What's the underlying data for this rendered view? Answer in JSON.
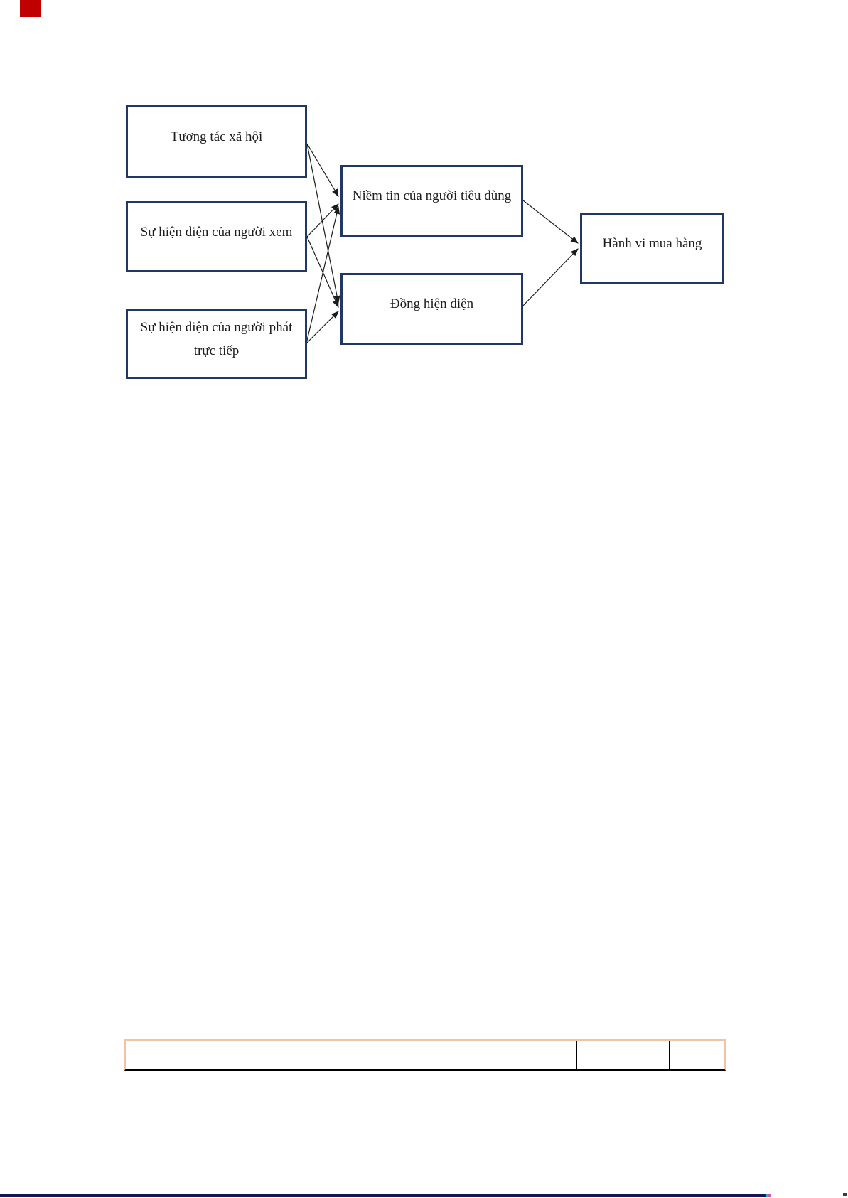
{
  "page": {
    "background": "#ffffff"
  },
  "marker": {
    "color": "#c00000"
  },
  "diagram": {
    "box_border_color": "#1f3864",
    "text_color": "#1d1d1d",
    "arrow_color": "#1c1c1c",
    "nodes": [
      {
        "id": "tuong-tac-xa-hoi",
        "label": "Tương tác xã hội"
      },
      {
        "id": "su-hien-dien-cua-nguoi-xem",
        "label": "Sự hiện diện của người xem"
      },
      {
        "id": "su-hien-dien-cua-nguoi-phat-truc-tiep",
        "label": "Sự hiện diện của người phát trực tiếp"
      },
      {
        "id": "niem-tin-cua-nguoi-tieu-dung",
        "label": "Niềm tin của người tiêu dùng"
      },
      {
        "id": "dong-hien-dien",
        "label": "Đồng hiện diện"
      },
      {
        "id": "hanh-vi-mua-hang",
        "label": "Hành vi mua hàng"
      }
    ],
    "edges": [
      {
        "from": "tuong-tac-xa-hoi",
        "to": "niem-tin-cua-nguoi-tieu-dung"
      },
      {
        "from": "tuong-tac-xa-hoi",
        "to": "dong-hien-dien"
      },
      {
        "from": "su-hien-dien-cua-nguoi-xem",
        "to": "niem-tin-cua-nguoi-tieu-dung"
      },
      {
        "from": "su-hien-dien-cua-nguoi-xem",
        "to": "dong-hien-dien"
      },
      {
        "from": "su-hien-dien-cua-nguoi-phat-truc-tiep",
        "to": "niem-tin-cua-nguoi-tieu-dung"
      },
      {
        "from": "su-hien-dien-cua-nguoi-phat-truc-tiep",
        "to": "dong-hien-dien"
      },
      {
        "from": "niem-tin-cua-nguoi-tieu-dung",
        "to": "hanh-vi-mua-hang"
      },
      {
        "from": "dong-hien-dien",
        "to": "hanh-vi-mua-hang"
      }
    ]
  },
  "footer": {
    "table": {
      "columns": 3,
      "cells": [
        "",
        "",
        ""
      ],
      "outer_border_color": "#f2c4a6",
      "divider_color": "#000000"
    },
    "line_color": "#15155a"
  }
}
